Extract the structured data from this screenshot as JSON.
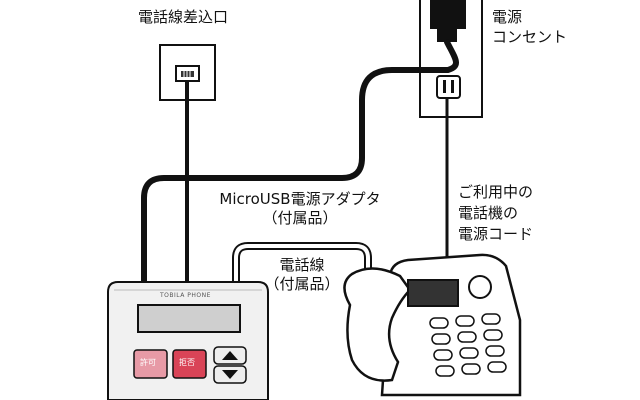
{
  "labels": {
    "jack": "電話線差込口",
    "outlet_line1": "電源",
    "outlet_line2": "コンセント",
    "adapter_line1": "MicroUSB電源アダプタ",
    "adapter_line2": "（付属品）",
    "cord_line1": "電話線",
    "cord_line2": "（付属品）",
    "power_line1": "ご利用中の",
    "power_line2": "電話機の",
    "power_line3": "電源コード"
  },
  "device": {
    "brand": "TOBILA PHONE",
    "button_left": "許可",
    "button_right": "拒否"
  },
  "colors": {
    "line": "#111111",
    "device_body": "#f1f1f1",
    "screen": "#cfcfcf",
    "button_left": "#e79aa6",
    "button_right": "#d94457"
  },
  "icons": [
    "phone-jack-icon",
    "power-outlet-icon",
    "up-arrow-icon",
    "down-arrow-icon"
  ]
}
